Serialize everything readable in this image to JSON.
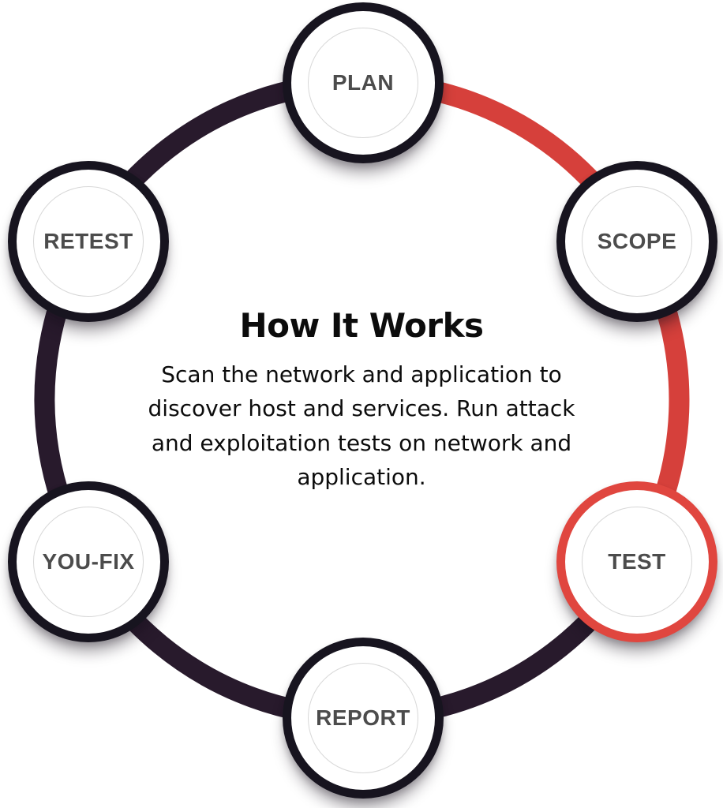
{
  "diagram": {
    "title": "How It Works",
    "description": "Scan the network and application to discover host and services. Run attack and exploitation tests on network and application.",
    "nodes": [
      {
        "id": "plan",
        "label": "PLAN",
        "highlighted": false
      },
      {
        "id": "scope",
        "label": "SCOPE",
        "highlighted": false
      },
      {
        "id": "test",
        "label": "TEST",
        "highlighted": true
      },
      {
        "id": "report",
        "label": "REPORT",
        "highlighted": false
      },
      {
        "id": "youfix",
        "label": "YOU-FIX",
        "highlighted": false
      },
      {
        "id": "retest",
        "label": "RETEST",
        "highlighted": false
      }
    ],
    "colors": {
      "arc_dark": "#281a2c",
      "arc_red": "#d6403b",
      "node_ring_dark": "#17141f",
      "node_ring_red": "#e0463f",
      "node_fill": "#ffffff",
      "inner_circle": "#d8d8d8",
      "label_color": "#4c4c4c",
      "text_color": "#0c0c0c",
      "bg": "#ffffff"
    }
  }
}
